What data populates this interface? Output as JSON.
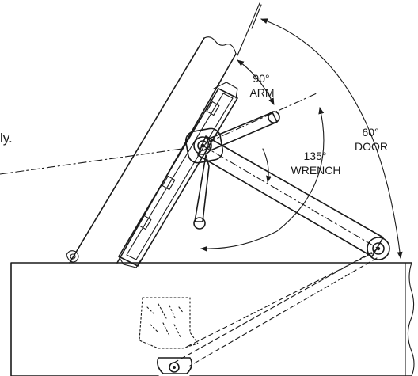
{
  "labels": {
    "arm_angle": "90°",
    "arm_name": "ARM",
    "wrench_angle": "135°",
    "wrench_name": "WRENCH",
    "door_angle": "60°",
    "door_name": "DOOR",
    "cut_text": "ly."
  },
  "colors": {
    "line": "#1a1a1a",
    "arm_fill": "#c9d6e3",
    "background": "#ffffff"
  }
}
